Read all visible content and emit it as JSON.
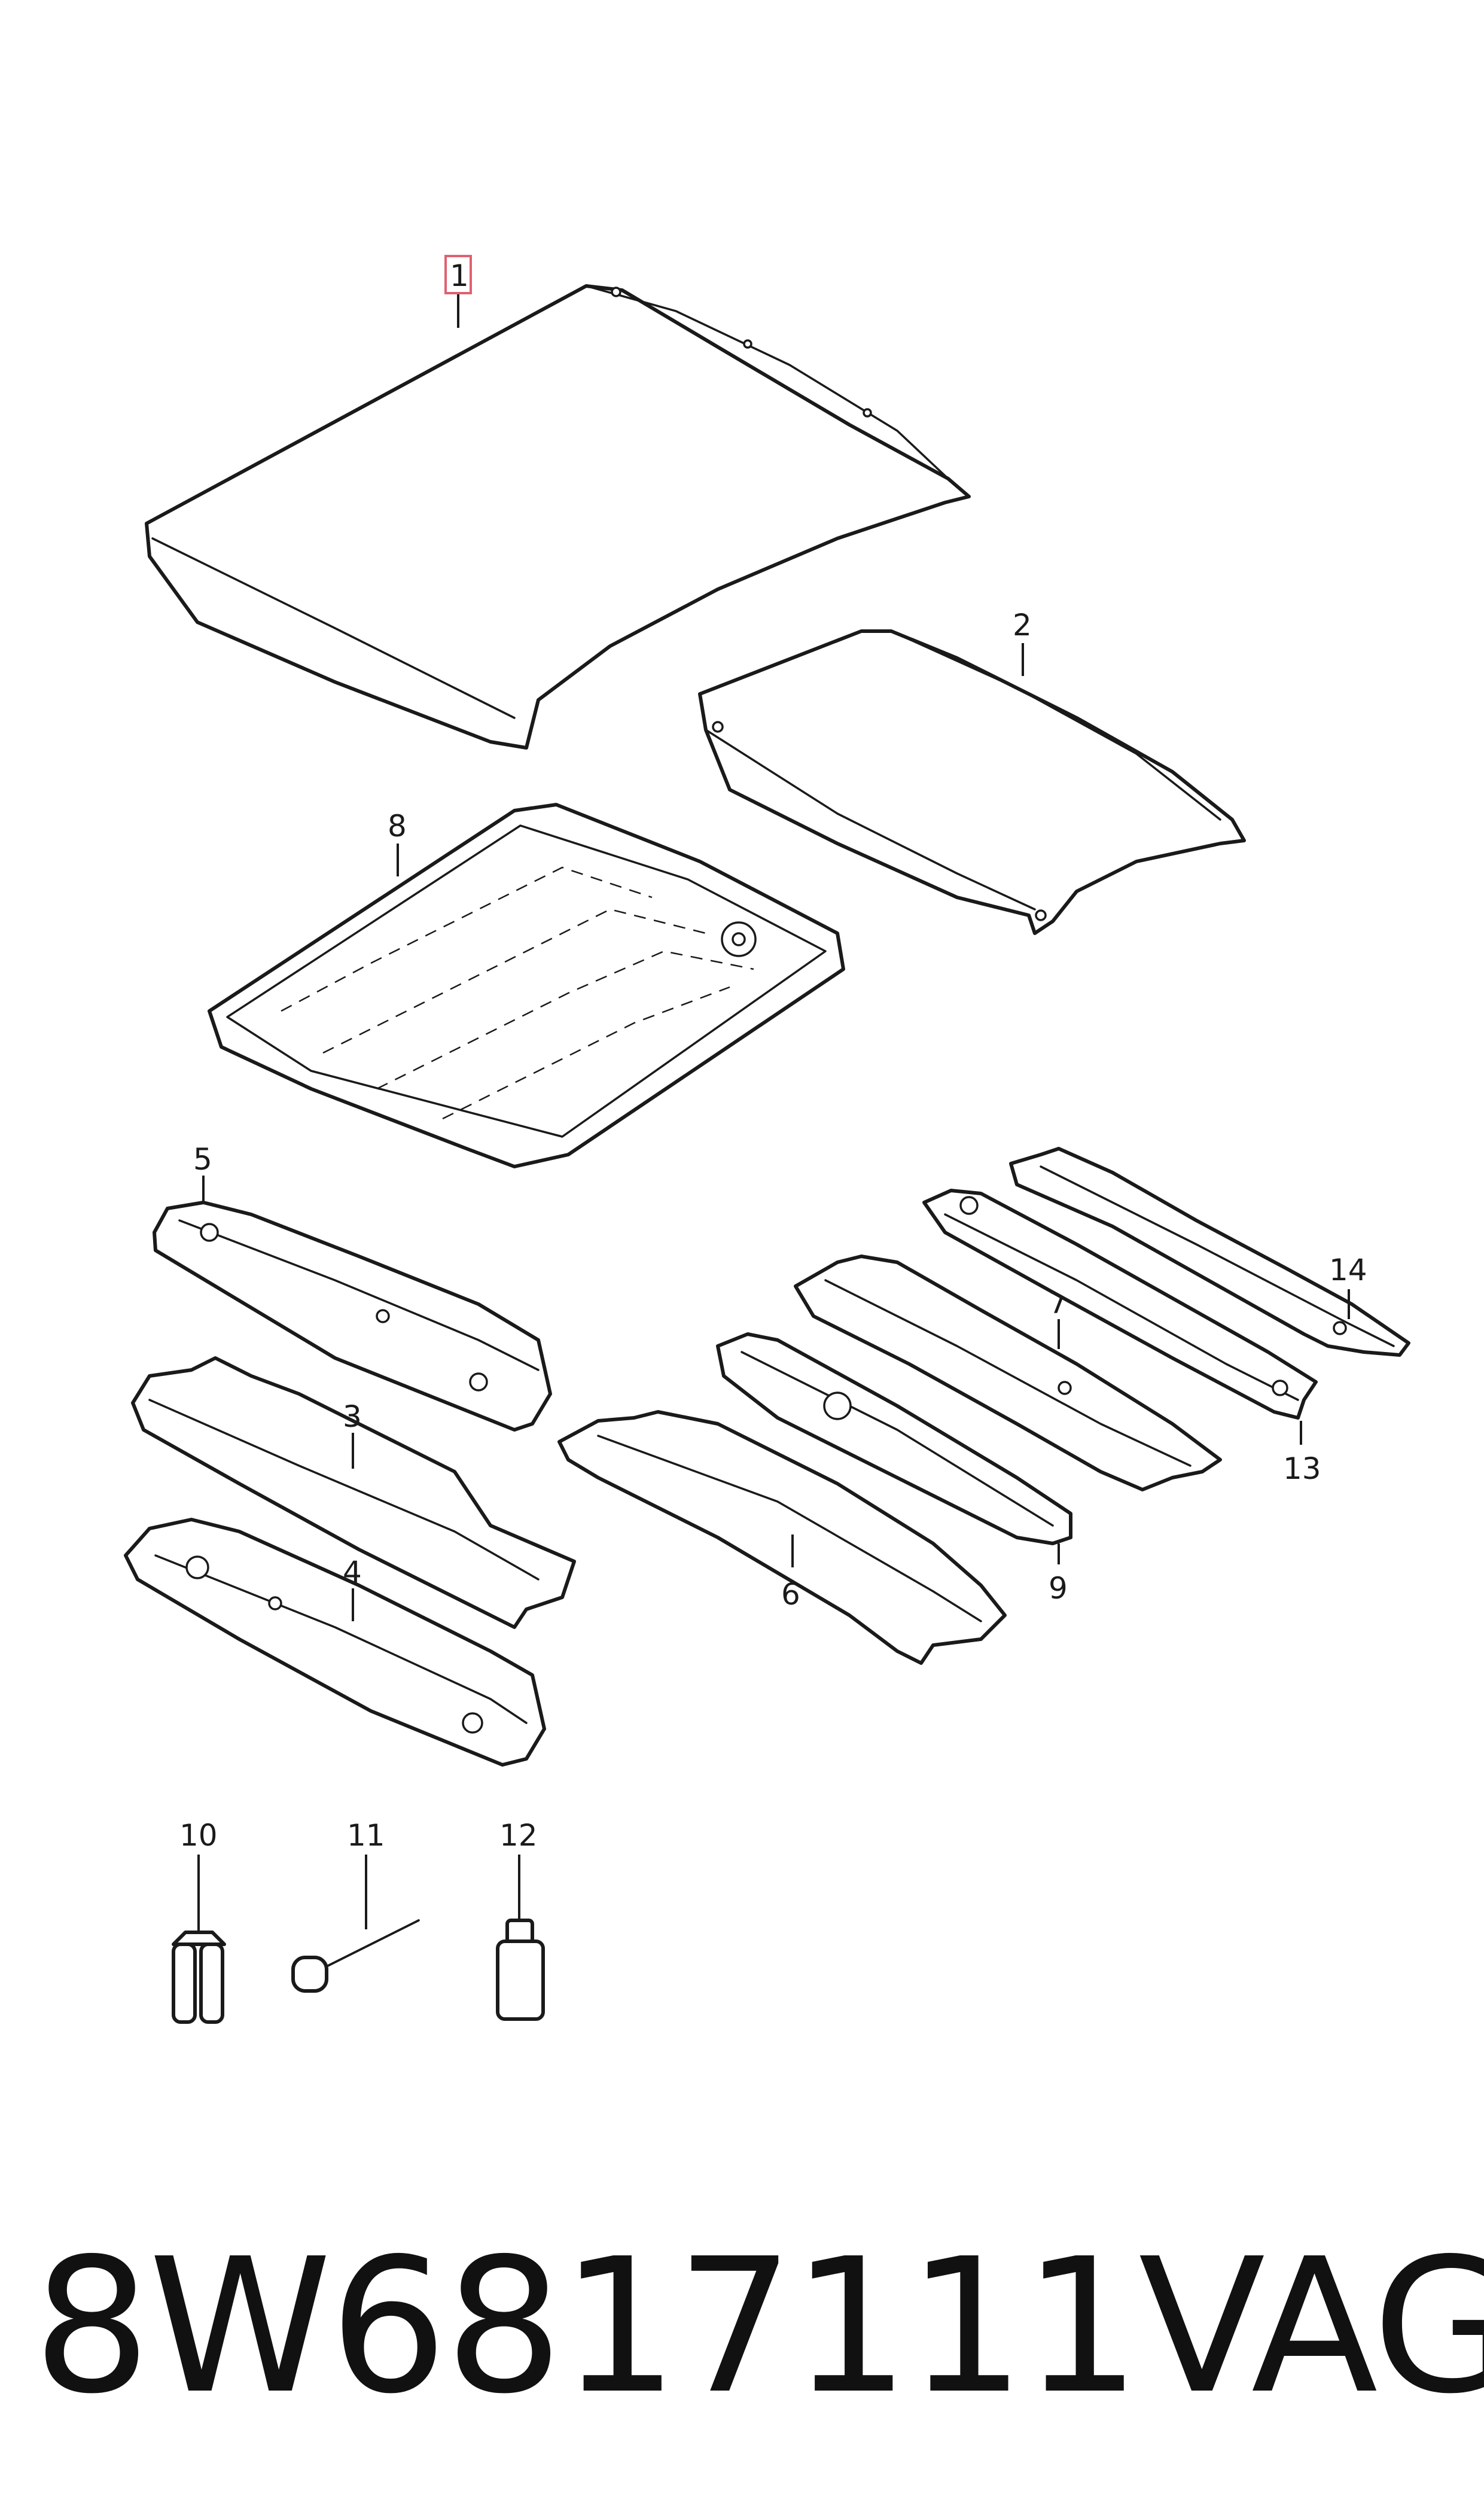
{
  "callouts": {
    "c1": "1",
    "c2": "2",
    "c3": "3",
    "c4": "4",
    "c5": "5",
    "c6": "6",
    "c7": "7",
    "c8": "8",
    "c9": "9",
    "c10": "10",
    "c11": "11",
    "c12": "12",
    "c13": "13",
    "c14": "14"
  },
  "highlighted_callout": "1",
  "footer": {
    "part_number": "8W6817111",
    "brand": "VAG"
  },
  "colors": {
    "line": "#1a1a1a",
    "highlight": "#e06070",
    "background": "#ffffff"
  }
}
